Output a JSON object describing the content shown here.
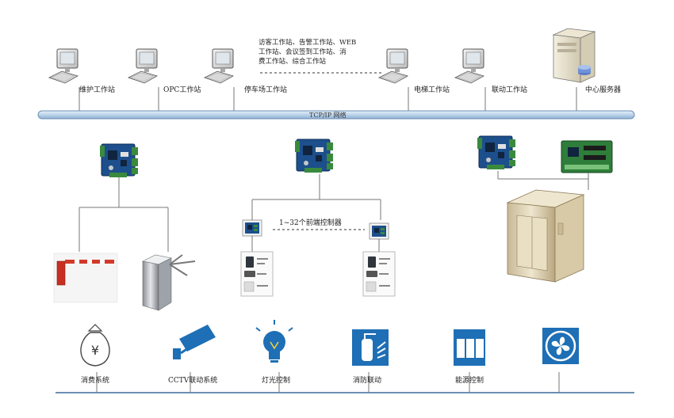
{
  "workstations": [
    {
      "label": "维护工作站"
    },
    {
      "label": "OPC工作站"
    },
    {
      "label": "停车场工作站"
    },
    {
      "label": "电梯工作站"
    },
    {
      "label": "联动工作站"
    }
  ],
  "server": {
    "label": "中心服务器"
  },
  "note_lines": [
    "访客工作站、告警工作站、WEB",
    "工作站、会议签到工作站、消",
    "费工作站、综合工作站"
  ],
  "bus_label": "TCP/IP 网络",
  "front_controllers_label": "1~32个前端控制器",
  "subsystems": [
    {
      "label": "消费系统",
      "icon": "money-bag-icon"
    },
    {
      "label": "CCTV联动系统",
      "icon": "cctv-camera-icon"
    },
    {
      "label": "灯光控制",
      "icon": "light-bulb-icon"
    },
    {
      "label": "消防联动",
      "icon": "fire-extinguisher-icon"
    },
    {
      "label": "能源控制",
      "icon": "energy-switch-icon"
    },
    {
      "label": "",
      "icon": "ventilation-fan-icon"
    }
  ],
  "colors": {
    "bus": "#bcd3ea",
    "bus_stroke": "#6c8fb4",
    "board": "#1d4f8c",
    "pcb_green": "#3a8a3e",
    "icon_blue": "#1e6fb5",
    "barrier_red": "#d23a2a"
  }
}
